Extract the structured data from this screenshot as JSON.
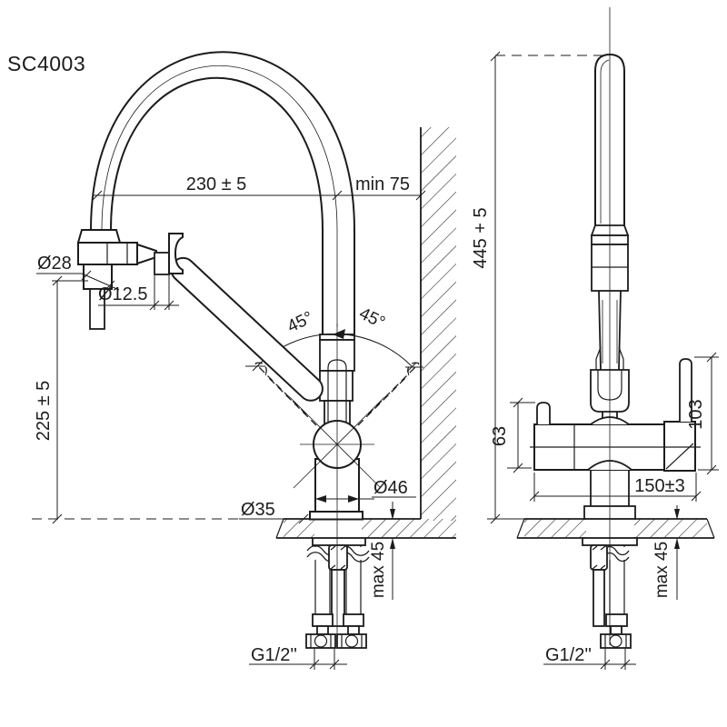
{
  "drawing": {
    "model": "SC4003"
  },
  "colors": {
    "line": "#1c1c1c",
    "background": "#ffffff"
  },
  "front_view": {
    "dims": {
      "spout_reach": "230 ± 5",
      "wall_clearance": "min 75",
      "spout_head_diameter": "Ø28",
      "aerator_diameter": "Ø12.5",
      "swivel_left": "45°",
      "swivel_right": "45°",
      "outlet_height": "225 ± 5",
      "hole_diameter": "Ø35",
      "base_diameter": "Ø46",
      "max_counter_thickness": "max 45",
      "supply_thread": "G1/2''"
    }
  },
  "side_view": {
    "dims": {
      "total_height": "445 + 5",
      "left_handle_height": "63",
      "right_handle_height": "103",
      "body_length": "150±3",
      "max_counter_thickness": "max 45",
      "supply_thread": "G1/2''"
    }
  }
}
